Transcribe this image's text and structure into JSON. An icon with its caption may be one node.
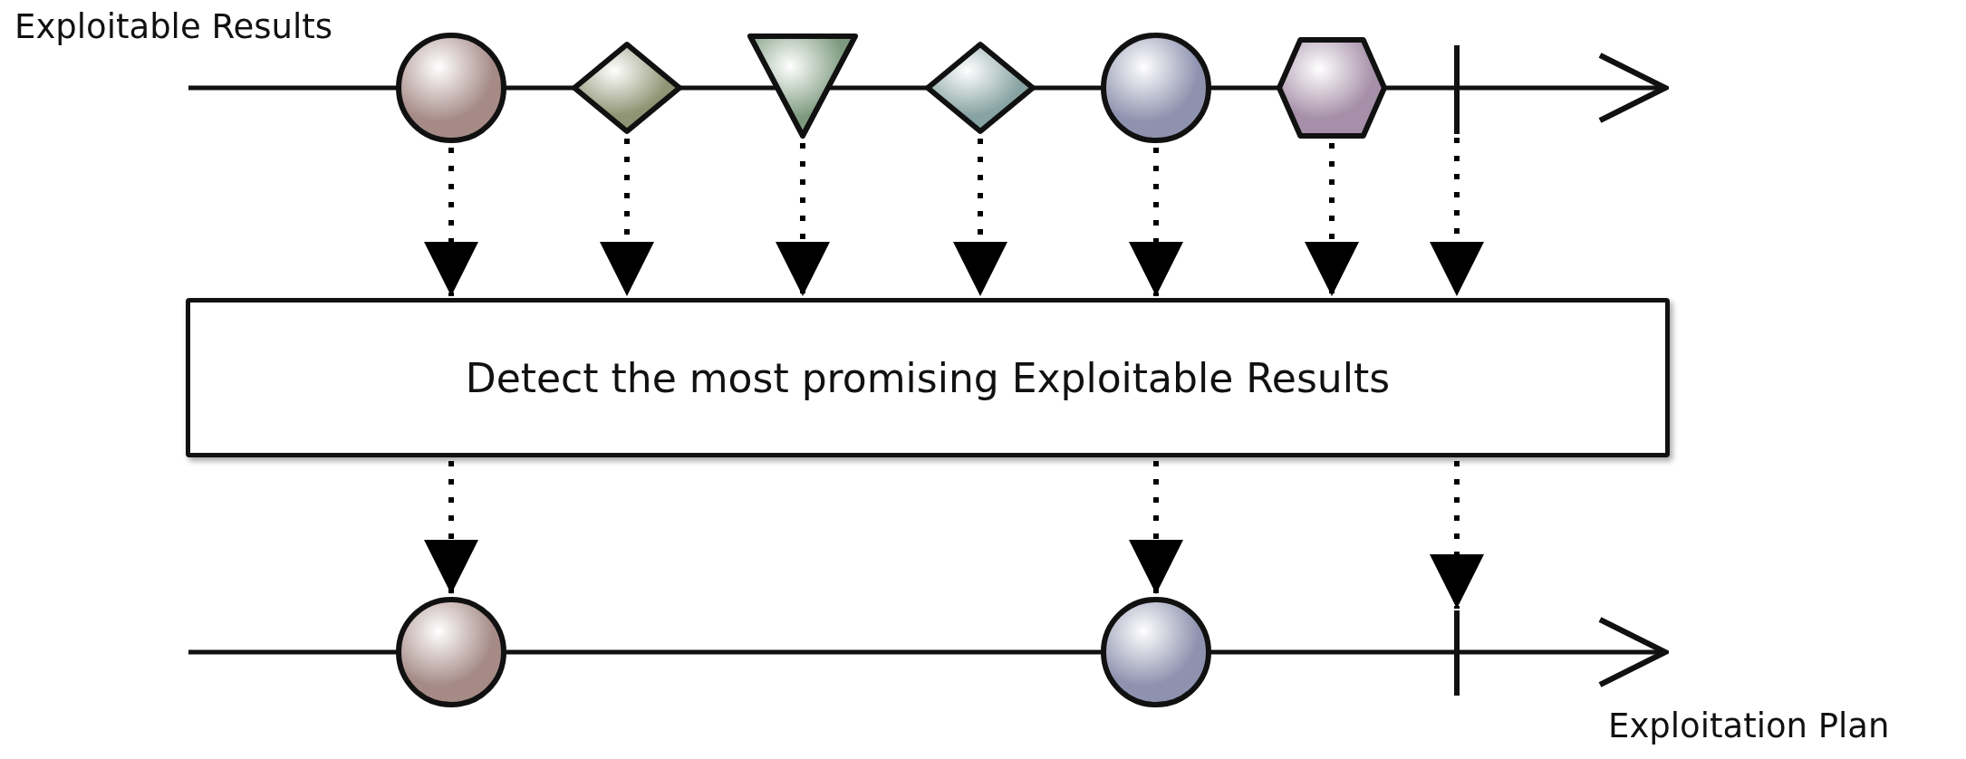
{
  "diagram": {
    "nodes": [
      {
        "text": [],
        "shape": "circle"
      },
      {
        "text": [],
        "shape": "diamond"
      },
      {
        "text": [],
        "shape": "triangle"
      },
      {
        "text": [],
        "shape": "diamond"
      },
      {
        "text": [],
        "shape": "circle"
      },
      {
        "text": [],
        "shape": "hexagon"
      },
      {
        "text": [],
        "shape": "bar"
      },
      {
        "text": [
          "Detect the most promising Exploitable Results"
        ]
      },
      {
        "text": [],
        "shape": "circle"
      },
      {
        "text": [],
        "shape": "circle"
      },
      {
        "text": [],
        "shape": "bar"
      }
    ],
    "edges": [
      {
        "from": 0,
        "to": 7,
        "arrow": "to",
        "style": "dashed"
      },
      {
        "from": 1,
        "to": 7,
        "arrow": "to",
        "style": "dashed"
      },
      {
        "from": 2,
        "to": 7,
        "arrow": "to",
        "style": "dashed"
      },
      {
        "from": 3,
        "to": 7,
        "arrow": "to",
        "style": "dashed"
      },
      {
        "from": 4,
        "to": 7,
        "arrow": "to",
        "style": "dashed"
      },
      {
        "from": 5,
        "to": 7,
        "arrow": "to",
        "style": "dashed"
      },
      {
        "from": 6,
        "to": 7,
        "arrow": "to",
        "style": "dashed"
      },
      {
        "from": 7,
        "to": 8,
        "arrow": "to",
        "style": "dashed"
      },
      {
        "from": 7,
        "to": 9,
        "arrow": "to",
        "style": "dashed"
      },
      {
        "from": 7,
        "to": 10,
        "arrow": "to",
        "style": "dashed"
      }
    ],
    "labels": [
      "Exploitable Results",
      "Exploitation Plan"
    ]
  }
}
